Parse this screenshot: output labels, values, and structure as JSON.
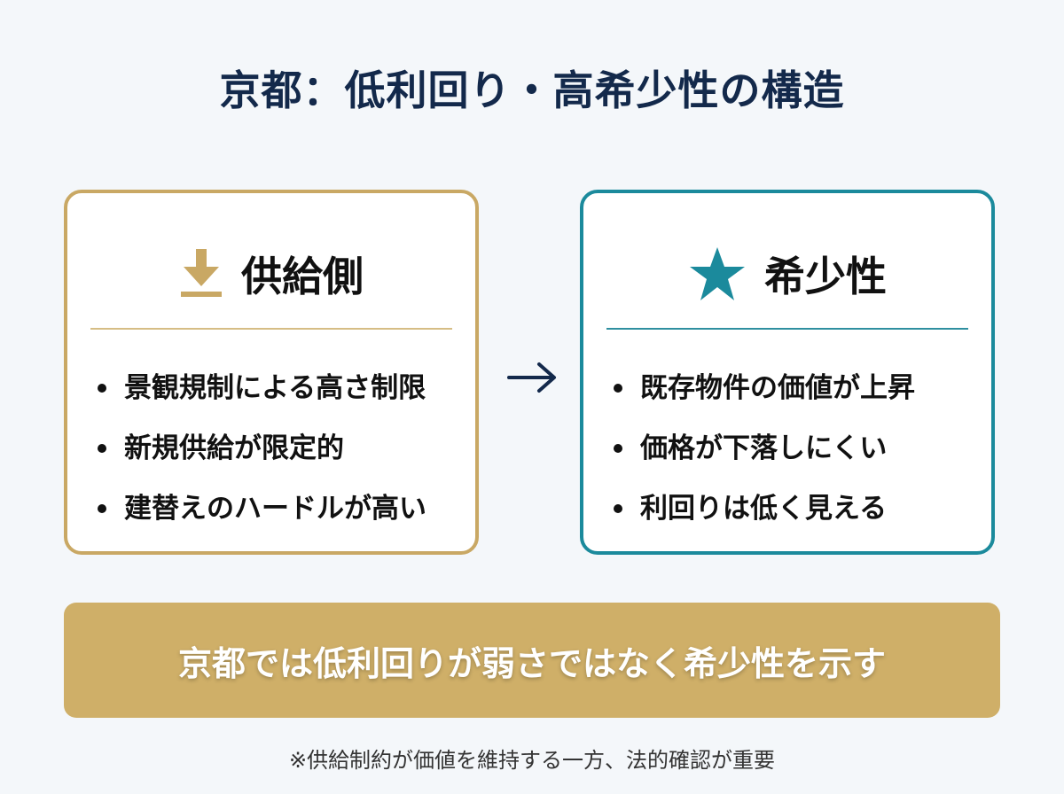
{
  "title": "京都：低利回り・高希少性の構造",
  "colors": {
    "background": "#f4f7fa",
    "title": "#13294b",
    "gold": "#c9a864",
    "teal": "#1b8a9c",
    "banner": "#cfaf68",
    "arrow": "#13294b"
  },
  "left_card": {
    "icon": "download-arrow-icon",
    "heading": "供給側",
    "items": [
      "景観規制による高さ制限",
      "新規供給が限定的",
      "建替えのハードルが高い"
    ]
  },
  "connector": {
    "icon": "right-arrow-icon"
  },
  "right_card": {
    "icon": "star-icon",
    "heading": "希少性",
    "items": [
      "既存物件の価値が上昇",
      "価格が下落しにくい",
      "利回りは低く見える"
    ]
  },
  "banner": {
    "text": "京都では低利回りが弱さではなく希少性を示す"
  },
  "footnote": "※供給制約が価値を維持する一方、法的確認が重要"
}
